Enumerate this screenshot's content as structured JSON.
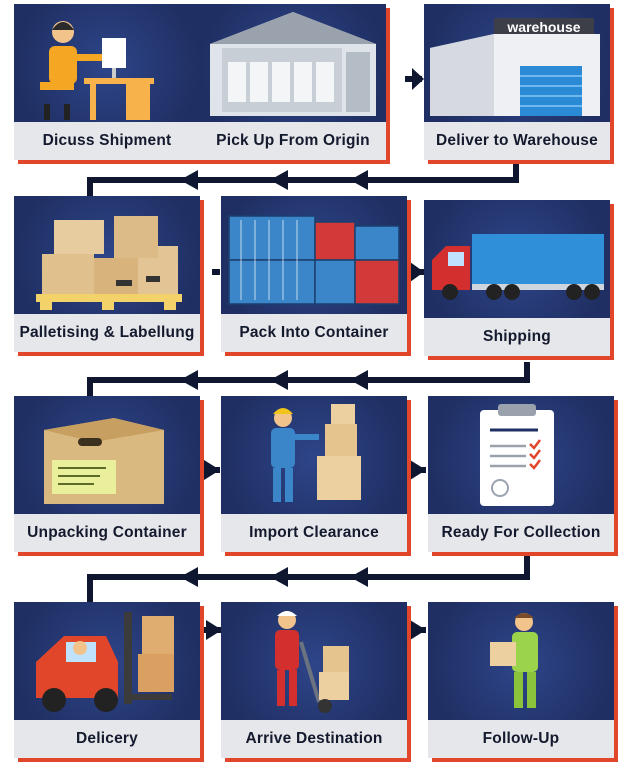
{
  "colors": {
    "panel": "#1f2f63",
    "accent": "#e2462a",
    "label_bg": "#e6e7ea",
    "connector": "#0f1630"
  },
  "steps": [
    {
      "label": "Dicuss Shipment",
      "icon": "desk-worker-icon"
    },
    {
      "label": "Pick Up From Origin",
      "icon": "warehouse-interior-icon"
    },
    {
      "label": "Deliver to Warehouse",
      "icon": "warehouse-building-icon",
      "sign": "warehouse"
    },
    {
      "label": "Palletising & Labellung",
      "icon": "pallet-boxes-icon"
    },
    {
      "label": "Pack Into Container",
      "icon": "shipping-containers-icon"
    },
    {
      "label": "Shipping",
      "icon": "truck-icon"
    },
    {
      "label": "Unpacking Container",
      "icon": "open-box-icon"
    },
    {
      "label": "Import Clearance",
      "icon": "inspector-icon"
    },
    {
      "label": "Ready For Collection",
      "icon": "clipboard-checklist-icon"
    },
    {
      "label": "Delicery",
      "icon": "forklift-icon"
    },
    {
      "label": "Arrive Destination",
      "icon": "hand-truck-icon"
    },
    {
      "label": "Follow-Up",
      "icon": "delivery-man-icon"
    }
  ]
}
